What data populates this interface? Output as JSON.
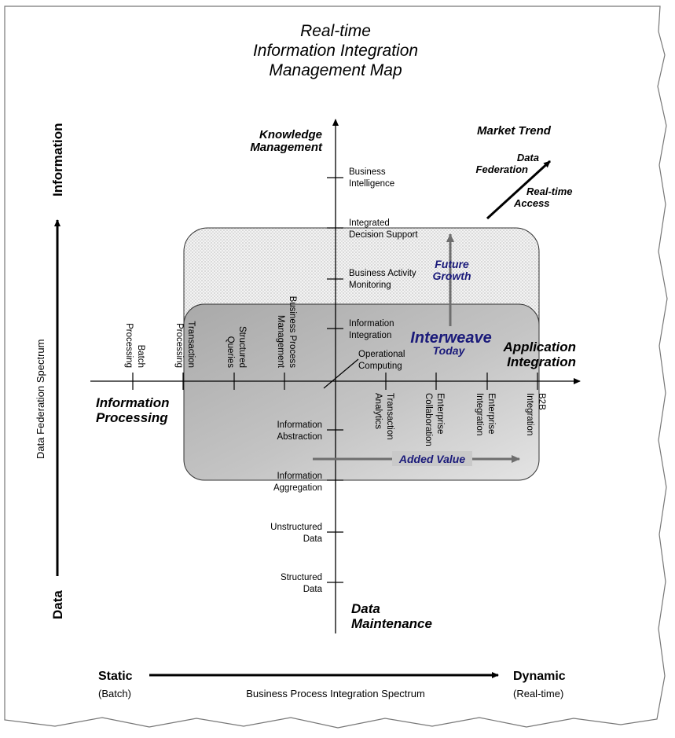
{
  "title": [
    "Real-time",
    "Information Integration",
    "Management Map"
  ],
  "quadrants": {
    "top": [
      "Knowledge",
      "Management"
    ],
    "bottom": [
      "Data",
      "Maintenance"
    ],
    "left": [
      "Information",
      "Processing"
    ],
    "right": [
      "Application",
      "Integration"
    ]
  },
  "market_trend": {
    "title": "Market Trend",
    "line1": [
      "Data",
      "Federation"
    ],
    "line2": [
      "Real-time",
      "Access"
    ]
  },
  "regions": {
    "future": [
      "Future",
      "Growth"
    ],
    "interweave": "Interweave",
    "today": "Today",
    "added_value": "Added Value"
  },
  "vertical_ticks": [
    [
      "Business",
      "Intelligence"
    ],
    [
      "Integrated",
      "Decision Support"
    ],
    [
      "Business Activity",
      "Monitoring"
    ],
    [
      "Information",
      "Integration"
    ],
    [
      "Operational",
      "Computing"
    ],
    [
      "Information",
      "Abstraction"
    ],
    [
      "Information",
      "Aggregation"
    ],
    [
      "Unstructured",
      "Data"
    ],
    [
      "Structured",
      "Data"
    ]
  ],
  "horizontal_ticks": [
    [
      "Batch",
      "Processing"
    ],
    [
      "Transaction",
      "Processing"
    ],
    [
      "Structured",
      "Queries"
    ],
    [
      "Business Process",
      "Management"
    ],
    [
      "Transaction",
      "Analytics"
    ],
    [
      "Enterprise",
      "Collaboration"
    ],
    [
      "Enterprise",
      "Integration"
    ],
    [
      "B2B",
      "Integration"
    ]
  ],
  "side_axis": {
    "top": "Information",
    "bottom": "Data",
    "label": "Data Federation Spectrum"
  },
  "bottom_axis": {
    "left": "Static",
    "left_sub": "(Batch)",
    "right": "Dynamic",
    "right_sub": "(Real-time)",
    "label": "Business Process Integration Spectrum"
  }
}
